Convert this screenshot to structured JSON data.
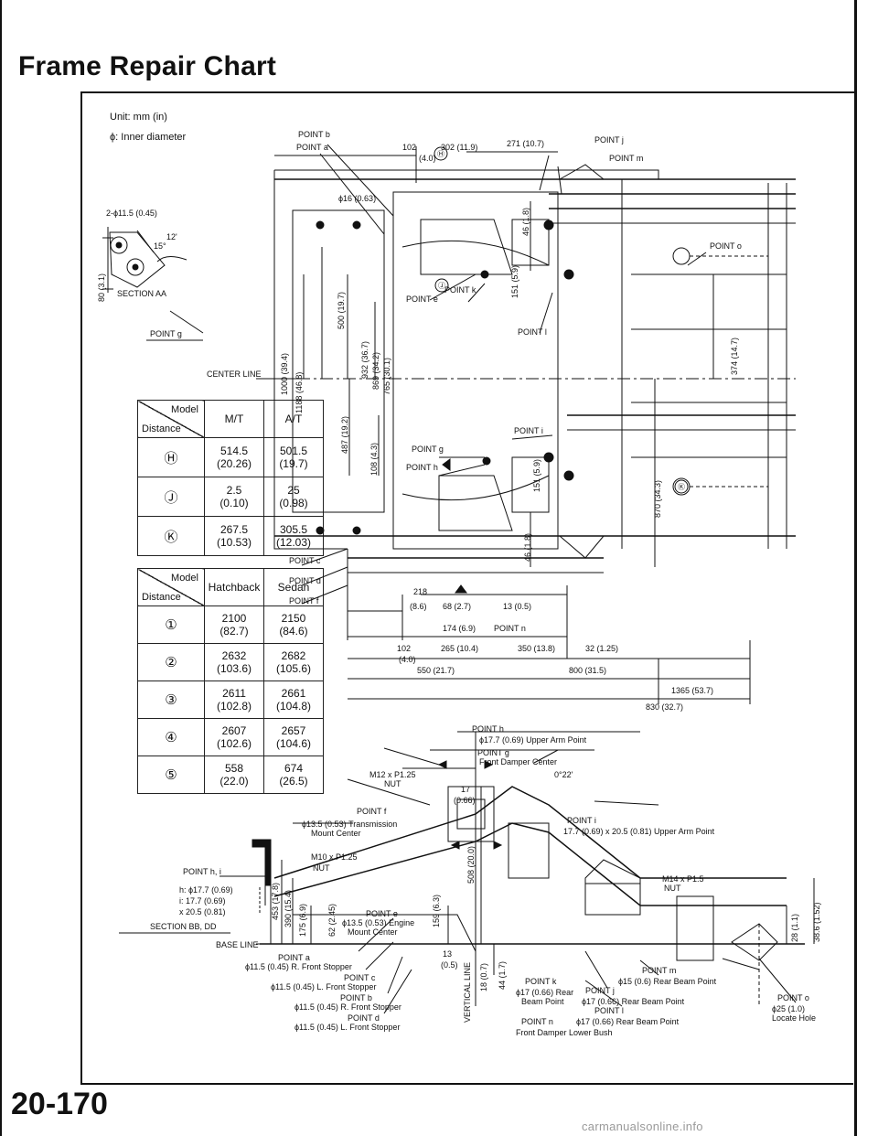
{
  "page": {
    "title": "Frame Repair Chart",
    "page_number": "20-170",
    "watermark": "carmanualsonline.info"
  },
  "notes": {
    "unit": "Unit: mm (in)",
    "phi": "ϕ: Inner diameter"
  },
  "section_aa": {
    "dim": "2-ϕ11.5 (0.45)",
    "angle": "15°",
    "angle2": "12'",
    "side": "80 (3.1)",
    "label": "SECTION AA",
    "point": "POINT g"
  },
  "section_bb": {
    "point": "POINT h, i",
    "h": "h: ϕ17.7 (0.69)",
    "i": "i: 17.7 (0.69)",
    "i2": "x 20.5 (0.81)",
    "label": "SECTION BB, DD"
  },
  "table_model": {
    "corner_top": "Model",
    "corner_bottom": "Distance",
    "columns": [
      "M/T",
      "A/T"
    ],
    "rows": [
      {
        "label": "Ⓗ",
        "v1a": "514.5",
        "v1b": "(20.26)",
        "v2a": "501.5",
        "v2b": "(19.7)"
      },
      {
        "label": "Ⓙ",
        "v1a": "2.5",
        "v1b": "(0.10)",
        "v2a": "25",
        "v2b": "(0.98)"
      },
      {
        "label": "Ⓚ",
        "v1a": "267.5",
        "v1b": "(10.53)",
        "v2a": "305.5",
        "v2b": "(12.03)"
      }
    ]
  },
  "table_body": {
    "corner_top": "Model",
    "corner_bottom": "Distance",
    "columns": [
      "Hatchback",
      "Sedan"
    ],
    "rows": [
      {
        "label": "①",
        "v1a": "2100",
        "v1b": "(82.7)",
        "v2a": "2150",
        "v2b": "(84.6)"
      },
      {
        "label": "②",
        "v1a": "2632",
        "v1b": "(103.6)",
        "v2a": "2682",
        "v2b": "(105.6)"
      },
      {
        "label": "③",
        "v1a": "2611",
        "v1b": "(102.8)",
        "v2a": "2661",
        "v2b": "(104.8)"
      },
      {
        "label": "④",
        "v1a": "2607",
        "v1b": "(102.6)",
        "v2a": "2657",
        "v2b": "(104.6)"
      },
      {
        "label": "⑤",
        "v1a": "558",
        "v1b": "(22.0)",
        "v2a": "674",
        "v2b": "(26.5)"
      }
    ]
  },
  "plan": {
    "center_line": "CENTER LINE",
    "point_b": "POINT b",
    "point_a": "POINT a",
    "dim_102": "102",
    "dim_102b": "(4.0)",
    "dim_302": "302 (11.9)",
    "dim_271": "271 (10.7)",
    "point_j": "POINT j",
    "point_m": "POINT m",
    "h_mark": "Ⓗ",
    "dim_16": "ϕ16 (0.63)",
    "dim_46": "46 (1.8)",
    "point_o": "POINT o",
    "point_e": "POINT e",
    "point_k": "POINT k",
    "dim_151": "151 (5.9)",
    "point_l": "POINT l",
    "dim_500": "500 (19.7)",
    "dim_1000": "1000 (39.4)",
    "dim_1188": "1188 (46.8)",
    "dim_932": "932 (36.7)",
    "dim_869": "869 (34.2)",
    "dim_765": "765 (30.1)",
    "dim_374": "374 (14.7)",
    "dim_487": "487 (19.2)",
    "dim_108": "108 (4.3)",
    "point_g": "POINT g",
    "point_h": "POINT h",
    "point_i": "POINT i",
    "dim_151b": "151 (5.9)",
    "dim_870": "870 (34.3)",
    "k_mark": "Ⓚ",
    "j_mark": "Ⓙ",
    "point_c": "POINT c",
    "point_d": "POINT d",
    "point_f": "POINT f",
    "dim_46b": "46 (1.8)",
    "dim_218": "218",
    "dim_86": "(8.6)",
    "dim_68": "68 (2.7)",
    "dim_13": "13 (0.5)",
    "dim_174": "174 (6.9)",
    "point_n": "POINT n",
    "dim_265": "265 (10.4)",
    "dim_350": "350 (13.8)",
    "dim_32": "32 (1.25)",
    "dim_550": "550 (21.7)",
    "dim_800": "800 (31.5)",
    "dim_1365": "1365 (53.7)",
    "dim_830": "830 (32.7)"
  },
  "side": {
    "point_h": "POINT h",
    "upper_arm": "ϕ17.7 (0.69) Upper Arm Point",
    "point_g": "POINT g",
    "damper_center": "Front Damper Center",
    "angle": "0°22'",
    "m12": "M12 x P1.25",
    "nut": "NUT",
    "dim_17": "17",
    "dim_066": "(0.66)",
    "point_f": "POINT f",
    "trans_mount": "ϕ13.5 (0.53) Transmission",
    "trans_mount2": "Mount Center",
    "point_i": "POINT i",
    "upper_arm_i": "17.7 (0.69) x 20.5 (0.81) Upper Arm Point",
    "dim_508": "508 (20.0)",
    "m10": "M10 x P1.25",
    "nut2": "NUT",
    "m14": "M14 x P1.5",
    "nut3": "NUT",
    "dim_453": "453 (17.8)",
    "dim_390": "390 (15.4)",
    "dim_175": "175 (6.9)",
    "dim_62": "62 (2.45)",
    "point_e": "POINT e",
    "engine_mount": "ϕ13.5 (0.53) Engine",
    "engine_mount2": "Mount Center",
    "dim_159": "159 (6.3)",
    "dim_28": "28 (1.1)",
    "dim_386": "38.6 (1.52)",
    "base_line": "BASE LINE",
    "point_a": "POINT a",
    "front_stop_r": "ϕ11.5 (0.45) R. Front Stopper",
    "point_c": "POINT c",
    "front_stop_l": "ϕ11.5 (0.45) L. Front Stopper",
    "point_b": "POINT b",
    "front_stop_r2": "ϕ11.5 (0.45) R. Front Stopper",
    "point_d": "POINT d",
    "front_stop_l2": "ϕ11.5 (0.45) L. Front Stopper",
    "dim_13": "13",
    "dim_05": "(0.5)",
    "dim_18": "18 (0.7)",
    "dim_44": "44 (1.7)",
    "vertical_line": "VERTICAL LINE",
    "point_m": "POINT m",
    "rear_beam": "ϕ15 (0.6) Rear Beam Point",
    "point_k": "POINT k",
    "rear_beam_k": "ϕ17 (0.66) Rear",
    "rear_beam_k2": "Beam Point",
    "point_j": "POINT j",
    "rear_beam_j": "ϕ17 (0.66) Rear Beam Point",
    "point_l": "POINT l",
    "point_n": "POINT n",
    "rear_beam_l": "ϕ17 (0.66) Rear Beam Point",
    "damper_lower": "Front Damper Lower Bush",
    "point_o": "POINT o",
    "locate": "ϕ25 (1.0)",
    "locate2": "Locate Hole"
  }
}
